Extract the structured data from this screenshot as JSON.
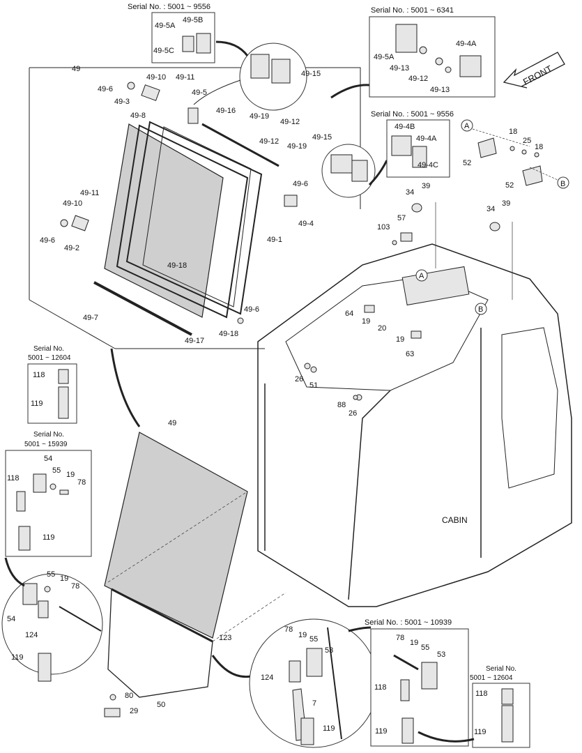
{
  "serial_boxes": {
    "top_left": "Serial No. : 5001 ~ 9556",
    "top_right": "Serial No. : 5001 ~ 6341",
    "mid_right": "Serial No. : 5001 ~ 9556",
    "left_1_title": "Serial No.",
    "left_1_range": "5001 ~ 12604",
    "left_2_title": "Serial No.",
    "left_2_range": "5001 ~ 15939",
    "bottom_mid": "Serial No. : 5001 ~ 10939",
    "bottom_right_title": "Serial No.",
    "bottom_right_range": "5001 ~ 12604"
  },
  "front_label": "FRONT",
  "cabin_label": "CABIN",
  "callouts": {
    "c49_top": "49",
    "c49_5A": "49-5A",
    "c49_5B": "49-5B",
    "c49_5C": "49-5C",
    "c49_6a": "49-6",
    "c49_3": "49-3",
    "c49_10a": "49-10",
    "c49_11a": "49-11",
    "c49_5": "49-5",
    "c49_15a": "49-15",
    "c49_19a": "49-19",
    "c49_12a": "49-12",
    "c49_8": "49-8",
    "c49_16": "49-16",
    "c49_12b": "49-12",
    "c49_19b": "49-19",
    "c49_15b": "49-15",
    "c49_6b": "49-6",
    "c49_4": "49-4",
    "c49_1": "49-1",
    "c49_11b": "49-11",
    "c49_10b": "49-10",
    "c49_6c": "49-6",
    "c49_2": "49-2",
    "c49_18a": "49-18",
    "c49_7": "49-7",
    "c49_17": "49-17",
    "c49_18b": "49-18",
    "c49_6d": "49-6",
    "tr_49_5A": "49-5A",
    "tr_49_13a": "49-13",
    "tr_49_4A": "49-4A",
    "tr_49_12": "49-12",
    "tr_49_13b": "49-13",
    "mr_49_4B": "49-4B",
    "mr_49_4A": "49-4A",
    "mr_49_4C": "49-4C",
    "A1": "A",
    "B1": "B",
    "A2": "A",
    "B2": "B",
    "c18a": "18",
    "c25": "25",
    "c18b": "18",
    "c52a": "52",
    "c52b": "52",
    "c34a": "34",
    "c39a": "39",
    "c57": "57",
    "c103": "103",
    "c34b": "34",
    "c39b": "39",
    "c64": "64",
    "c19a": "19",
    "c20": "20",
    "c19b": "19",
    "c63": "63",
    "c26a": "26",
    "c51": "51",
    "c88": "88",
    "c26b": "26",
    "c49_mid": "49",
    "c118a": "118",
    "c119a": "119",
    "c54a": "54",
    "c55a": "55",
    "c19c": "19",
    "c78a": "78",
    "c118b": "118",
    "c119b": "119",
    "c55b": "55",
    "c19d": "19",
    "c78b": "78",
    "c54b": "54",
    "c124a": "124",
    "c119c": "119",
    "c123": "123",
    "c50": "50",
    "c80": "80",
    "c29": "29",
    "c78c": "78",
    "c19e": "19",
    "c55c": "55",
    "c53a": "53",
    "c124b": "124",
    "c7": "7",
    "c119d": "119",
    "c78d": "78",
    "c19f": "19",
    "c55d": "55",
    "c53b": "53",
    "c118c": "118",
    "c119e": "119",
    "c118d": "118",
    "c119f": "119"
  }
}
